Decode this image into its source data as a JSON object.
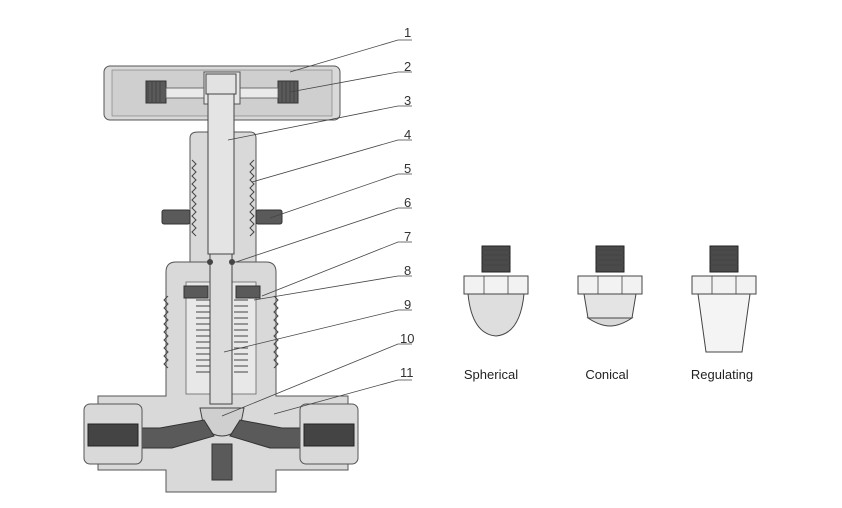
{
  "callouts": [
    "1",
    "2",
    "3",
    "4",
    "5",
    "6",
    "7",
    "8",
    "9",
    "10",
    "11"
  ],
  "stem_tips": [
    {
      "label": "Spherical"
    },
    {
      "label": "Conical"
    },
    {
      "label": "Regulating"
    }
  ]
}
